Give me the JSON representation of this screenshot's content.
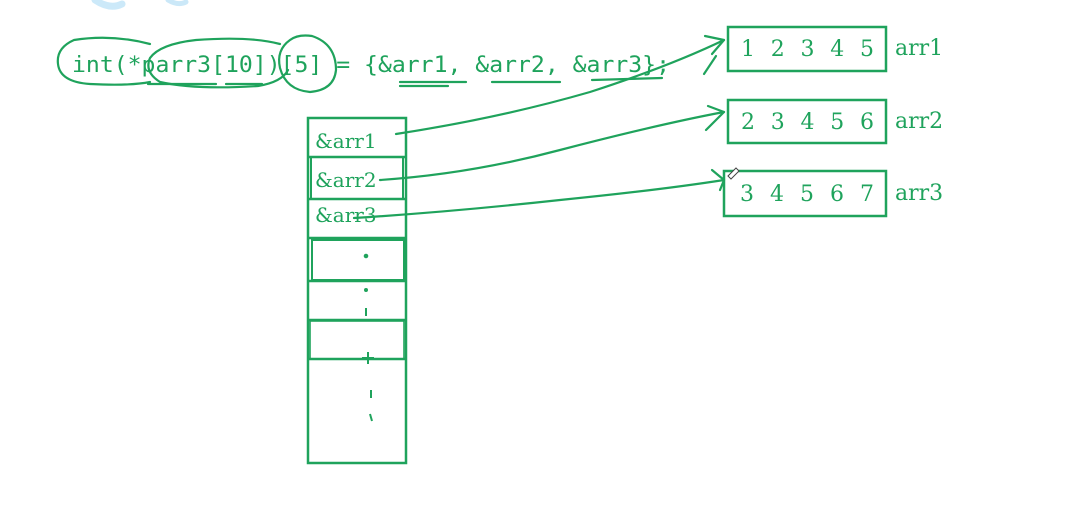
{
  "colors": {
    "ink": "#1fa35c",
    "ink_dark": "#168a4a",
    "watermark": "#bfe3f7",
    "background": "#ffffff"
  },
  "declaration": {
    "text": "int(*parr3[10])[5] = {&arr1, &arr2, &arr3};"
  },
  "pointer_array": {
    "cells": [
      "&arr1",
      "&arr2",
      "&arr3",
      "",
      "",
      "",
      ""
    ]
  },
  "arrays": [
    {
      "label": "arr1",
      "values": "1 2 3 4 5"
    },
    {
      "label": "arr2",
      "values": "2 3 4 5 6"
    },
    {
      "label": "arr3",
      "values": "3 4 5 6 7"
    }
  ]
}
